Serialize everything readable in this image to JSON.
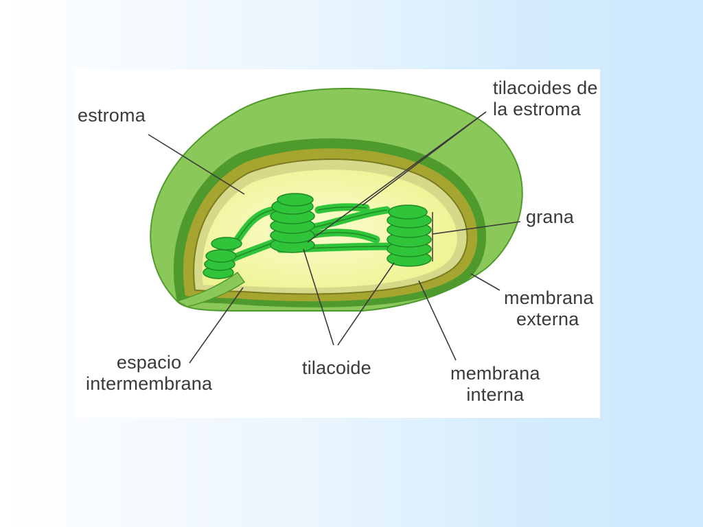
{
  "diagram": {
    "labels": {
      "estroma": "estroma",
      "tilacoides_estroma": [
        "tilacoides de",
        "la estroma"
      ],
      "grana": "grana",
      "membrana_externa": [
        "membrana",
        "externa"
      ],
      "membrana_interna": [
        "membrana",
        "interna"
      ],
      "tilacoide": "tilacoide",
      "espacio_intermembrana": [
        "espacio",
        "intermembrana"
      ]
    },
    "colors": {
      "outer_green": "#8bc85a",
      "outer_green_dark": "#4f9a2c",
      "membrane_olive": "#a5a530",
      "stroma_yellow": "#f4f7a8",
      "thylakoid_green": "#2fc43a",
      "thylakoid_dark": "#1f8a25",
      "leader_line": "#3a3a3a"
    }
  }
}
